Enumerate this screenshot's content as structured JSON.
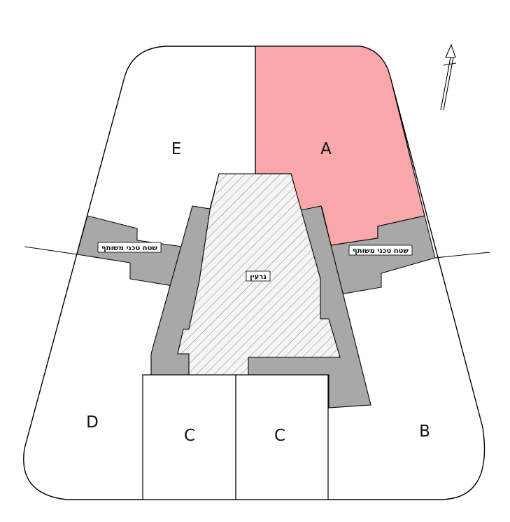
{
  "plan": {
    "zone_labels": {
      "a": "A",
      "b": "B",
      "c_left": "C",
      "c_right": "C",
      "d": "D",
      "e": "E"
    },
    "shared_area_left_label": "שטח טכני משותף",
    "shared_area_right_label": "שטח טכני משותף",
    "core_label": "גרעין",
    "colors": {
      "highlight_zone_a": "#f8a7aa",
      "shared_area": "#a8a8a8",
      "core_hatch": "#666666",
      "outline": "#000000"
    }
  }
}
